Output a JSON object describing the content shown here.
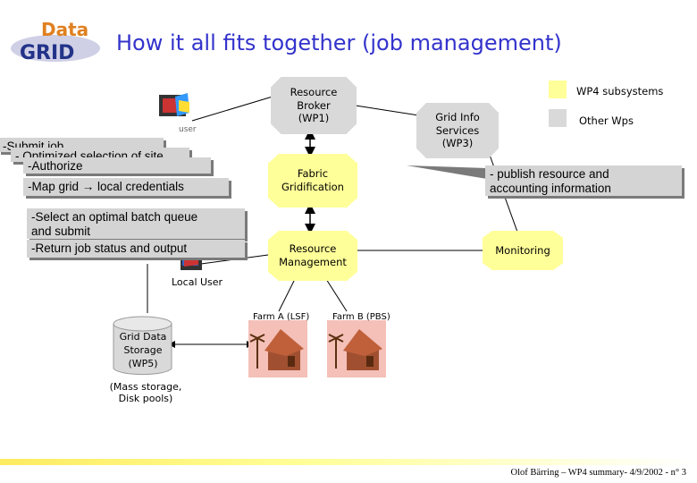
{
  "title": "How it all fits together (job management)",
  "logo": {
    "top": "Data",
    "bottom": "GRID"
  },
  "legend": [
    {
      "label": "WP4 subsystems",
      "color": "#ffff99"
    },
    {
      "label": "Other Wps",
      "color": "#d9d9d9"
    }
  ],
  "nodes": {
    "resource_broker": "Resource\nBroker\n(WP1)",
    "grid_info": "Grid Info\nServices\n(WP3)",
    "fabric_gridification": "Fabric\nGridification",
    "resource_management": "Resource\nManagement",
    "monitoring": "Monitoring",
    "grid_data_storage": "Grid Data\nStorage\n(WP5)"
  },
  "callouts": {
    "submit_job": "-Submit job",
    "optimized": "- Optimized selection of site",
    "authorize": "-Authorize",
    "map_grid": "-Map grid → local credentials",
    "select_queue": "-Select an optimal batch queue\nand submit",
    "return_status": "-Return job status and output",
    "publish": "- publish resource and\naccounting information"
  },
  "labels": {
    "local_user": "Local User",
    "farm_a": "Farm A (LSF)",
    "farm_b": "Farm B (PBS)",
    "mass_storage": "(Mass storage,\nDisk pools)",
    "partial": "user"
  },
  "footer": "Olof Bärring – WP4 summary- 4/9/2002 - n° 3"
}
